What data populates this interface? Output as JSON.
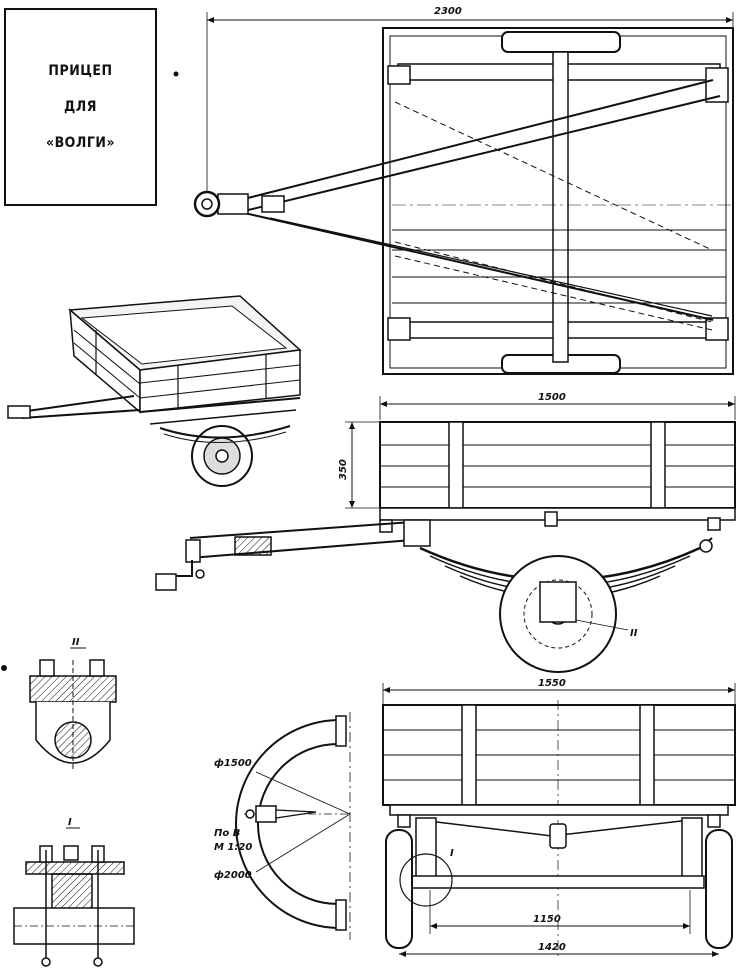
{
  "title_block": {
    "line1": "ПРИЦЕП",
    "line2": "ДЛЯ",
    "line3": "«ВОЛГИ»"
  },
  "dimensions": {
    "overall_length": "2300",
    "body_width": "1500",
    "body_height": "350",
    "rear_width": "1550",
    "axle_inner": "1150",
    "track": "1420",
    "radius_small": "ф1500",
    "radius_large": "ф2000"
  },
  "labels": {
    "detail_two": "II",
    "detail_one": "I",
    "view_ref_line1": "По В",
    "view_ref_line2": "М 1:20"
  }
}
